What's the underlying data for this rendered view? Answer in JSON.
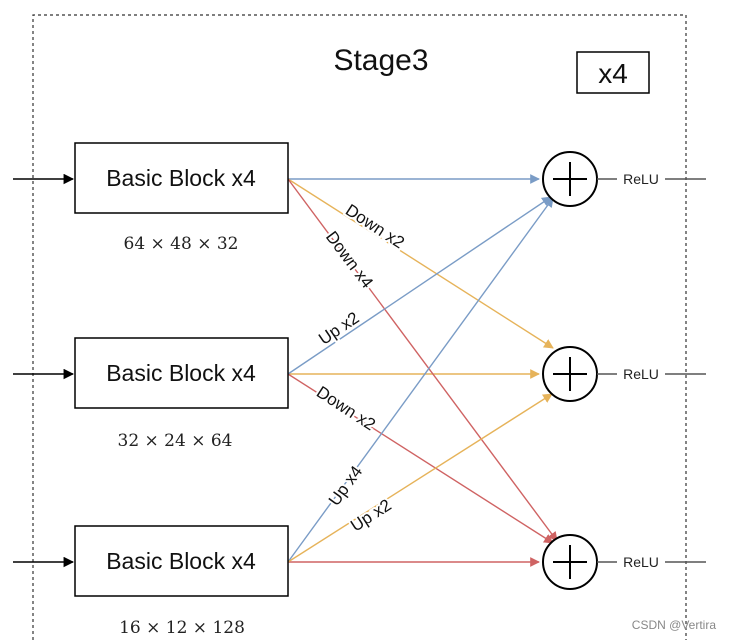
{
  "stage": {
    "title": "Stage3",
    "repeat_label": "x4"
  },
  "blocks": [
    {
      "label": "Basic Block x4",
      "dims": "64 × 48 × 32"
    },
    {
      "label": "Basic Block x4",
      "dims": "32 × 24 × 64"
    },
    {
      "label": "Basic Block x4",
      "dims": "16 × 12 × 128"
    }
  ],
  "fusion": {
    "symbol": "+",
    "activation": "ReLU"
  },
  "connections": {
    "down_x2": "Down x2",
    "down_x4": "Down x4",
    "up_x2": "Up x2",
    "up_x4": "Up x4"
  },
  "colors": {
    "same_scale": "#7a9cc6",
    "x2": "#e6b35a",
    "x4_down": "#cf6363",
    "x4_up": "#7a9cc6",
    "line": "#000000",
    "output_line": "#555555"
  },
  "watermark": "CSDN @Vertira"
}
